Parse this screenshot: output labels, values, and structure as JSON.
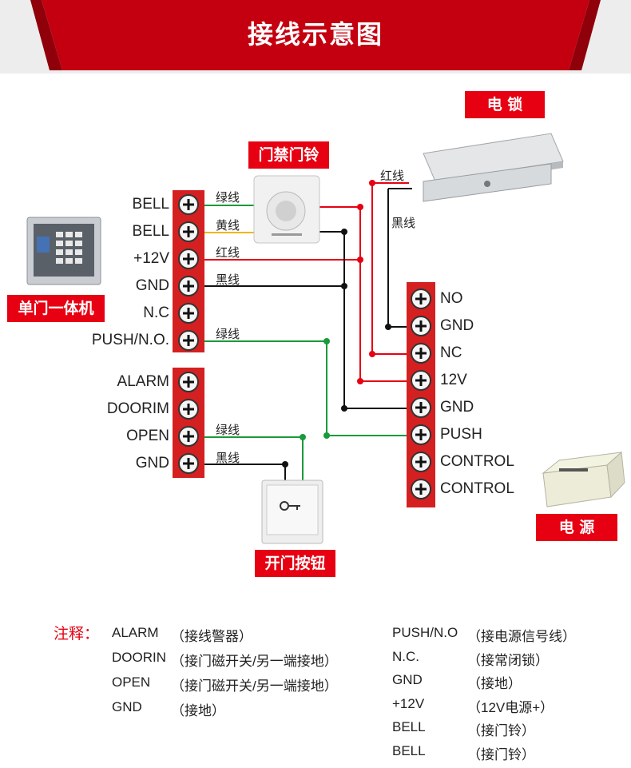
{
  "title": "接线示意图",
  "tags": {
    "lock": "电 锁",
    "bell": "门禁门铃",
    "controller": "单门一体机",
    "power": "电 源",
    "button": "开门按钮"
  },
  "left_terminals_top": [
    "BELL",
    "BELL",
    "+12V",
    "GND",
    "N.C",
    "PUSH/N.O."
  ],
  "left_terminals_bottom": [
    "ALARM",
    "DOORIM",
    "OPEN",
    "GND"
  ],
  "right_terminals": [
    "NO",
    "GND",
    "NC",
    "12V",
    "GND",
    "PUSH",
    "CONTROL",
    "CONTROL"
  ],
  "wire_labels": {
    "bell1": "绿线",
    "bell2": "黄线",
    "v12": "红线",
    "gnd": "黑线",
    "push": "绿线",
    "open": "绿线",
    "open_gnd": "黑线",
    "lock_red": "红线",
    "lock_black": "黑线"
  },
  "colors": {
    "red": "#e60012",
    "green": "#1a9a3a",
    "yellow": "#f4b400",
    "black": "#111111",
    "terminal": "#d42020"
  },
  "notes": {
    "heading": "注释：",
    "left": [
      {
        "term": "ALARM",
        "desc": "（接线警器）"
      },
      {
        "term": "DOORIN",
        "desc": "（接门磁开关/另一端接地）"
      },
      {
        "term": "OPEN",
        "desc": "（接门磁开关/另一端接地）"
      },
      {
        "term": "GND",
        "desc": "（接地）"
      }
    ],
    "right": [
      {
        "term": "PUSH/N.O",
        "desc": "（接电源信号线）"
      },
      {
        "term": "N.C.",
        "desc": "（接常闭锁）"
      },
      {
        "term": "GND",
        "desc": "（接地）"
      },
      {
        "term": "+12V",
        "desc": "（12V电源+）"
      },
      {
        "term": "BELL",
        "desc": "（接门铃）"
      },
      {
        "term": "BELL",
        "desc": "（接门铃）"
      }
    ]
  }
}
